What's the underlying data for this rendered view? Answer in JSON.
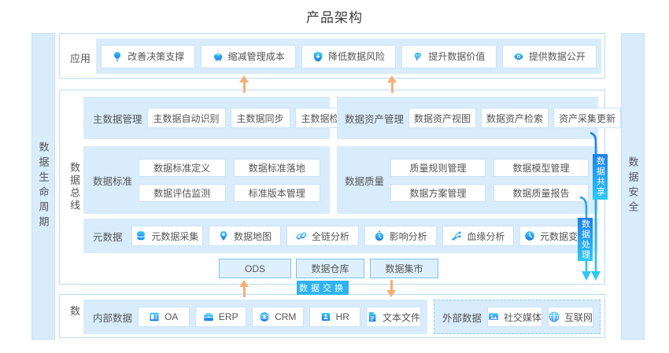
{
  "title": "产品架构",
  "colors": {
    "panel_blue": "#d9ecfb",
    "border_blue": "#b9dcf8",
    "accent_blue": "#2196e8",
    "cyan": "#2fc9f3",
    "orange_arrow": "#f8af74",
    "badge_blue": "#2eb3f1"
  },
  "left_bar": {
    "label": "数据生命周期"
  },
  "right_bar": {
    "label": "数据安全"
  },
  "app_section": {
    "label": "应用",
    "buttons": [
      {
        "icon": "lightbulb-icon",
        "label": "改善决策支撑"
      },
      {
        "icon": "piggy-bank-icon",
        "label": "缩减管理成本"
      },
      {
        "icon": "shield-down-icon",
        "label": "降低数据风险"
      },
      {
        "icon": "diamond-icon",
        "label": "提升数据价值"
      },
      {
        "icon": "eye-icon",
        "label": "提供数据公开"
      }
    ]
  },
  "bus_section": {
    "label": "数据总线",
    "master_data": {
      "label": "主数据管理",
      "buttons": [
        "主数据自动识别",
        "主数据同步",
        "主数据检索"
      ]
    },
    "data_asset": {
      "label": "数据资产管理",
      "buttons": [
        "数据资产视图",
        "数据资产检索",
        "资产采集更新"
      ]
    },
    "data_standard": {
      "label": "数据标准",
      "buttons": [
        "数据标准定义",
        "数据标准落地",
        "数据评估监测",
        "标准版本管理"
      ]
    },
    "data_quality": {
      "label": "数据质量",
      "buttons": [
        "质量规则管理",
        "数据模型管理",
        "数据方案管理",
        "数据质量报告"
      ]
    },
    "metadata": {
      "label": "元数据",
      "buttons": [
        {
          "icon": "database-icon",
          "label": "元数据采集"
        },
        {
          "icon": "map-pin-icon",
          "label": "数据地图"
        },
        {
          "icon": "link-icon",
          "label": "全链分析"
        },
        {
          "icon": "stopwatch-icon",
          "label": "影响分析"
        },
        {
          "icon": "branch-icon",
          "label": "血缘分析"
        },
        {
          "icon": "clock-icon",
          "label": "元数据变更"
        }
      ]
    },
    "storage": [
      "ODS",
      "数据仓库",
      "数据集市"
    ]
  },
  "tags": {
    "share": "数据共享",
    "process": "数据处理",
    "exchange": "数据交换"
  },
  "source_section": {
    "label": "数据源",
    "internal": {
      "label": "内部数据",
      "buttons": [
        {
          "icon": "oa-doc-icon",
          "label": "OA"
        },
        {
          "icon": "briefcase-icon",
          "label": "ERP"
        },
        {
          "icon": "crm-globe-icon",
          "label": "CRM"
        },
        {
          "icon": "id-card-icon",
          "label": "HR"
        },
        {
          "icon": "file-text-icon",
          "label": "文本文件"
        }
      ]
    },
    "external": {
      "label": "外部数据",
      "buttons": [
        {
          "icon": "social-media-icon",
          "label": "社交媒体"
        },
        {
          "icon": "internet-globe-icon",
          "label": "互联网"
        }
      ]
    }
  }
}
